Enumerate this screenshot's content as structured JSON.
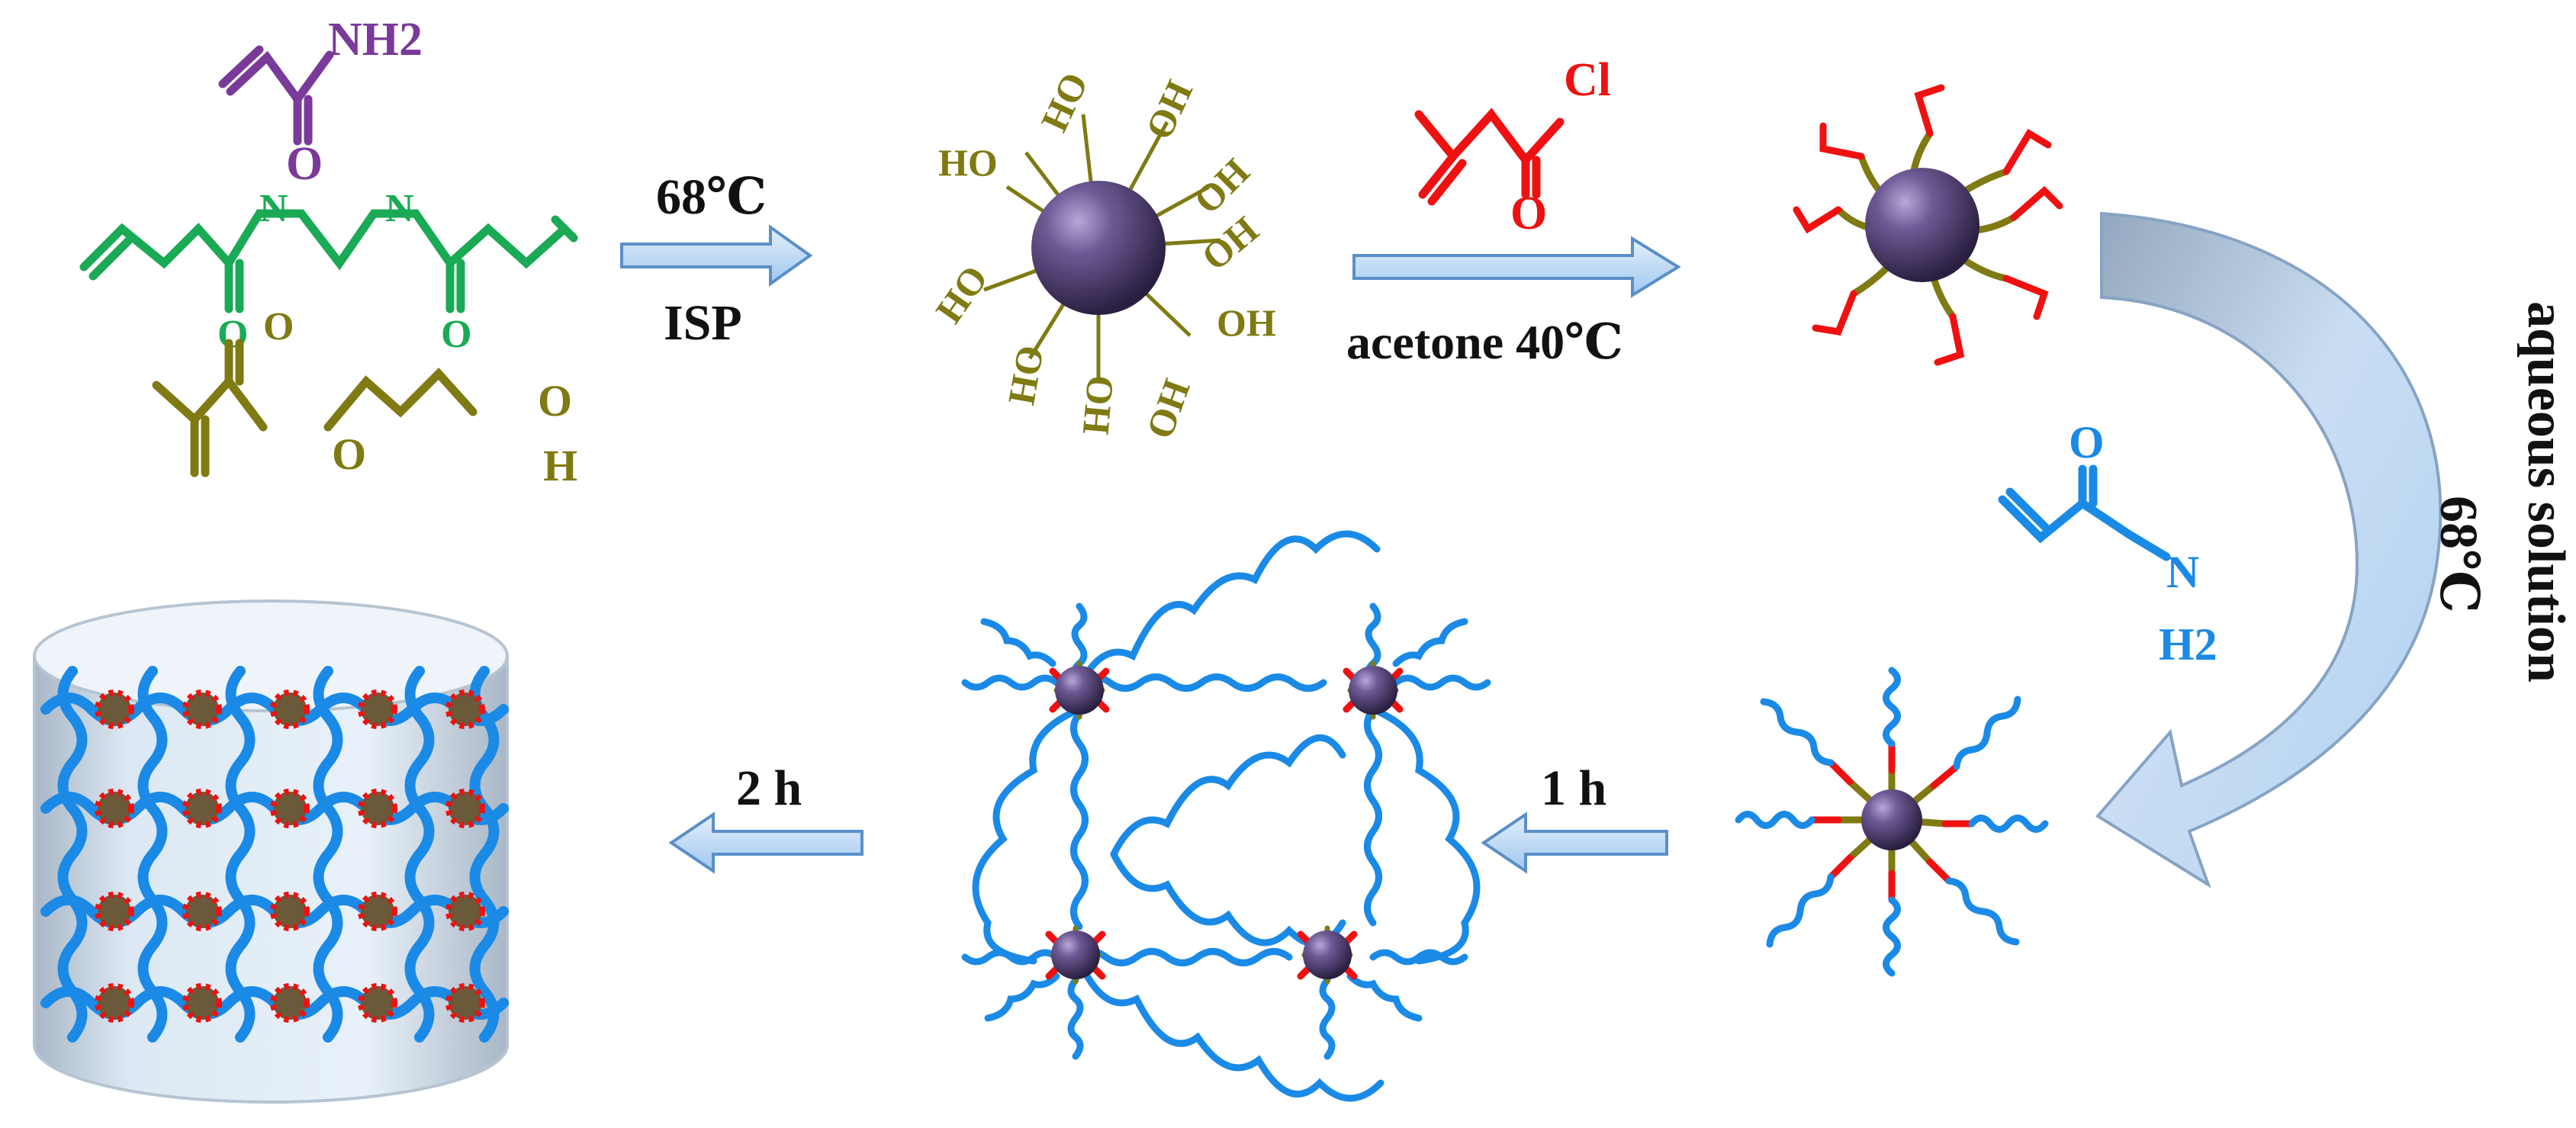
{
  "colors": {
    "acrylamide_purple": "#7a3a9a",
    "crosslinker_green": "#1aaa55",
    "hema_olive": "#7f7a12",
    "acryloyl_red": "#ee1111",
    "polyacrylamide_blue": "#1a8ae6",
    "arrow_fill": "#b7d7f3",
    "arrow_stroke": "#5a8fc8",
    "core_purple": "#4b3a6e",
    "text_black": "#111111"
  },
  "labels": {
    "nh2_top": "NH2",
    "o_top": "O",
    "n_left": "N",
    "n_right": "N",
    "o_green_left": "O",
    "o_green_right": "O",
    "o_hema_carbonyl": "O",
    "o_hema_ester": "O",
    "o_hema_oh": "O",
    "h_hema_oh": "H",
    "step1_top": "68℃",
    "step1_bottom": "ISP",
    "ho_labels": [
      "HO",
      "HO",
      "OH",
      "HO",
      "OH",
      "HO",
      "OH",
      "HO",
      "OH",
      "OH"
    ],
    "cl": "Cl",
    "o_red": "O",
    "step2": "acetone 40℃",
    "acrylamide_o": "O",
    "acrylamide_n": "N",
    "acrylamide_h2": "H2",
    "step3_line1": "aqueous solution",
    "step3_line2": "68℃",
    "step4": "1 h",
    "step5": "2 h"
  }
}
